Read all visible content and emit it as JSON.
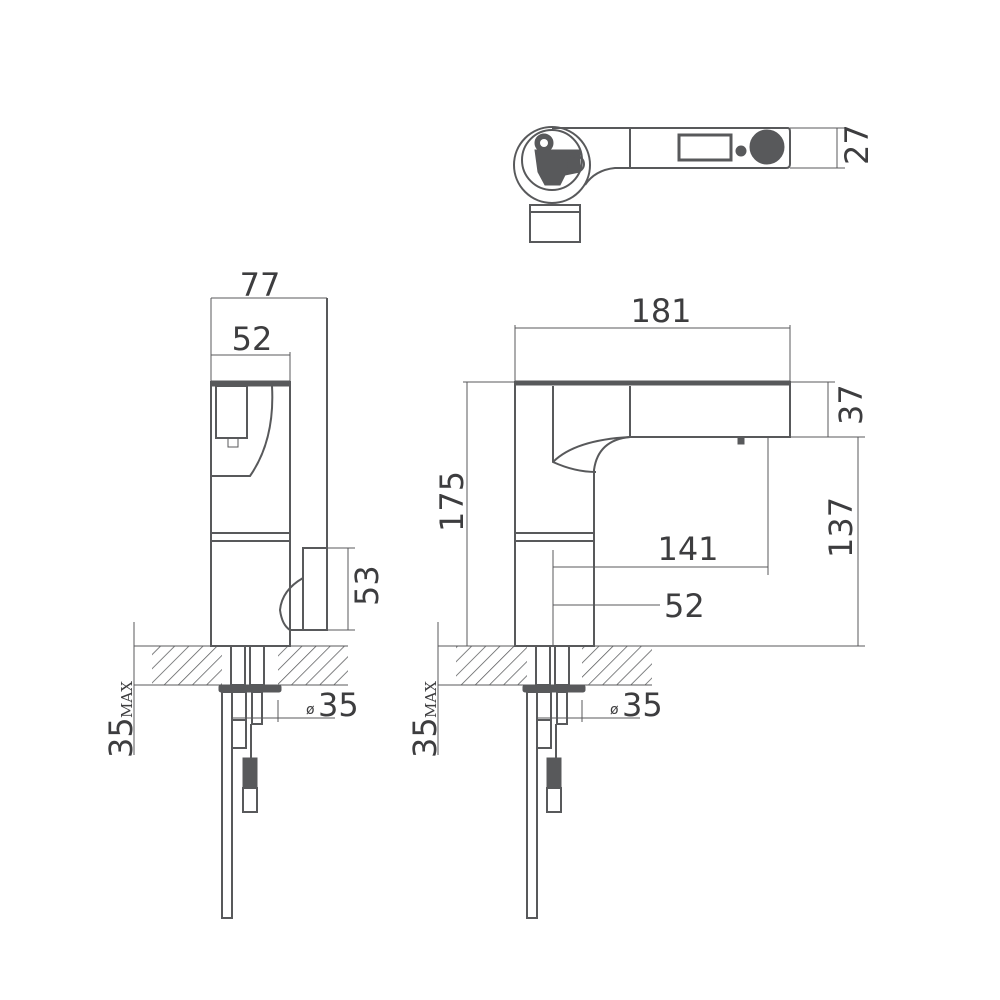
{
  "drawing": {
    "title": "Faucet technical drawing",
    "top_view": {
      "width_dim": "27"
    },
    "side_view": {
      "overall_depth": "77",
      "body_depth": "52",
      "handle_height": "53",
      "deck_thickness": "35",
      "deck_thickness_suffix": "MAX",
      "hole_diameter_symbol": "ø",
      "hole_diameter": "35"
    },
    "front_view": {
      "spout_length": "181",
      "spout_height": "37",
      "total_height": "175",
      "outlet_height": "137",
      "spout_reach": "141",
      "body_width": "52",
      "deck_thickness": "35",
      "deck_thickness_suffix": "MAX",
      "hole_diameter_symbol": "ø",
      "hole_diameter": "35"
    },
    "colors": {
      "line": "#58595b",
      "text": "#3d3d3f"
    }
  }
}
